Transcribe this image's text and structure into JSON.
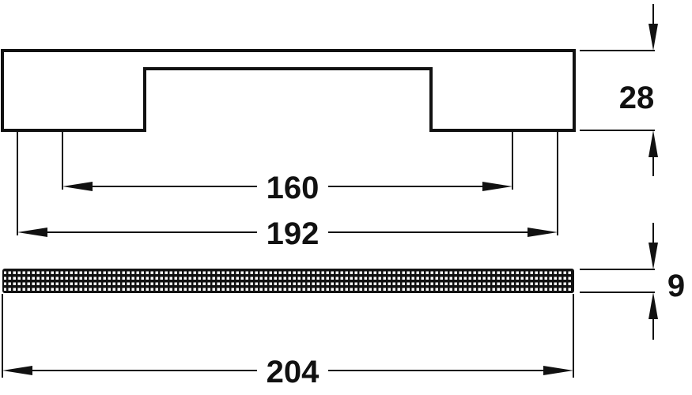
{
  "drawing": {
    "dimensions": {
      "hole_spacing_inner": "160",
      "hole_spacing_outer": "192",
      "overall_length": "204",
      "handle_height": "28",
      "bar_thickness": "9"
    },
    "line_color": "#111111"
  }
}
